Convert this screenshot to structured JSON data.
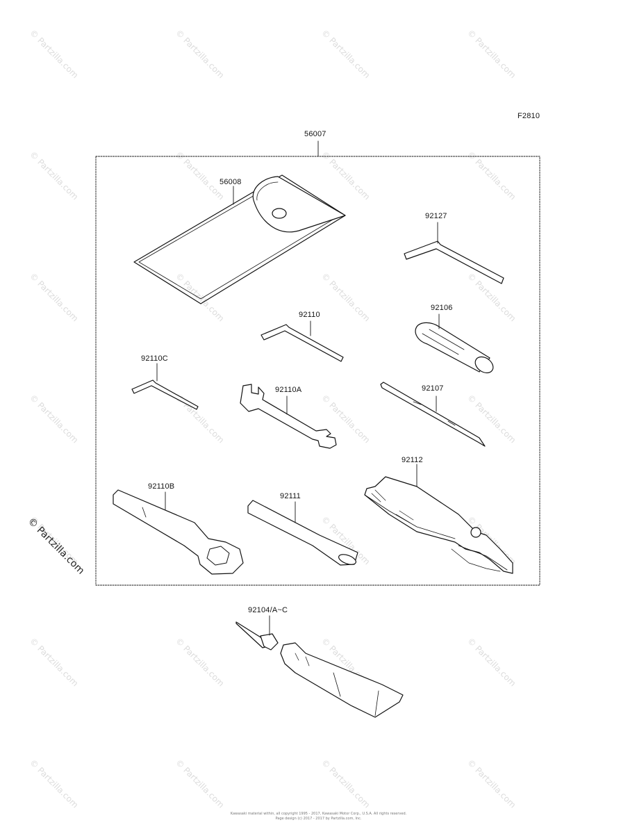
{
  "figure_code": "F2810",
  "watermark": "© Partzilla.com",
  "parts": {
    "kit": "56007",
    "case": "56008",
    "p92127": "92127",
    "p92106": "92106",
    "p92110": "92110",
    "p92110C": "92110C",
    "p92110A": "92110A",
    "p92107": "92107",
    "p92112": "92112",
    "p92110B": "92110B",
    "p92111": "92111",
    "p92104": "92104/A~C"
  },
  "copyright_line1": "Kawasaki material within, all copyright 1995 - 2017, Kawasaki Motor Corp., U.S.A. All rights reserved.",
  "copyright_line2": "Page design (c) 2017 - 2017 by Partzilla.com, Inc."
}
